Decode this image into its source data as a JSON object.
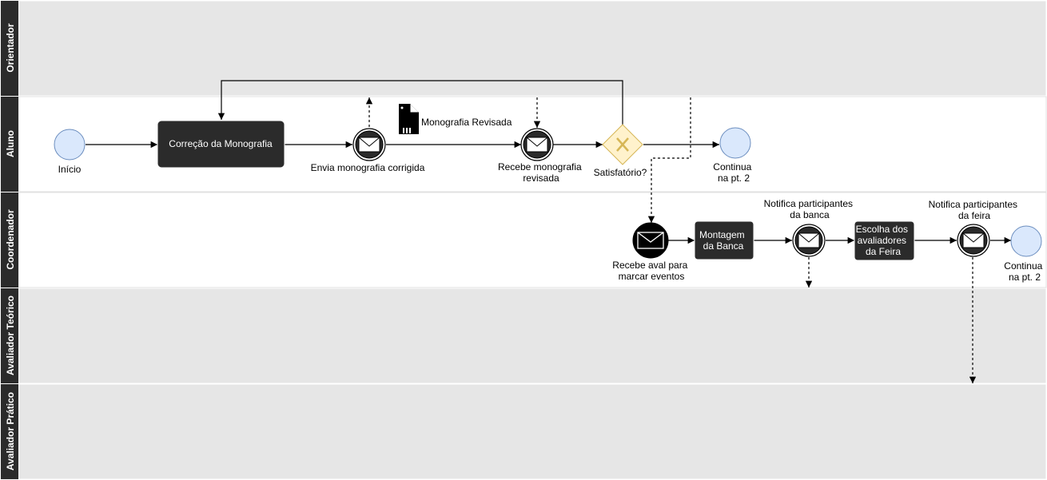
{
  "lanes": [
    {
      "label": "Orientador",
      "fill": "#e6e6e6"
    },
    {
      "label": "Aluno",
      "fill": "#ffffff"
    },
    {
      "label": "Coordenador",
      "fill": "#ffffff"
    },
    {
      "label": "Avaliador Teórico",
      "fill": "#e6e6e6"
    },
    {
      "label": "Avaliador Prático",
      "fill": "#e6e6e6"
    }
  ],
  "events": {
    "inicio": "Início",
    "continua_aluno": [
      "Continua",
      "na pt. 2"
    ],
    "continua_coordenador": [
      "Continua",
      "na pt. 2"
    ],
    "envia": [
      "Envia monografia corrigida"
    ],
    "recebe_revisada": [
      "Recebe monografia",
      "revisada"
    ],
    "recebe_aval": [
      "Recebe aval para",
      "marcar eventos"
    ],
    "notifica_banca": [
      "Notifica participantes",
      "da banca"
    ],
    "notifica_feira": [
      "Notifica participantes",
      "da feira"
    ]
  },
  "tasks": {
    "correcao": [
      "Correção da Monografia"
    ],
    "montagem": [
      "Montagem",
      "da Banca"
    ],
    "escolha": [
      "Escolha dos",
      "avaliadores",
      "da Feira"
    ]
  },
  "gateway": {
    "label": "Satisfatório?"
  },
  "data_object": {
    "label": "Monografia Revisada"
  },
  "colors": {
    "event_fill": "#dae8fc",
    "event_stroke": "#6c8ebf",
    "task_fill": "#2b2b2b",
    "gateway_fill": "#fff2cc",
    "gateway_stroke": "#d6b656",
    "lane_header": "#2b2b2b"
  }
}
